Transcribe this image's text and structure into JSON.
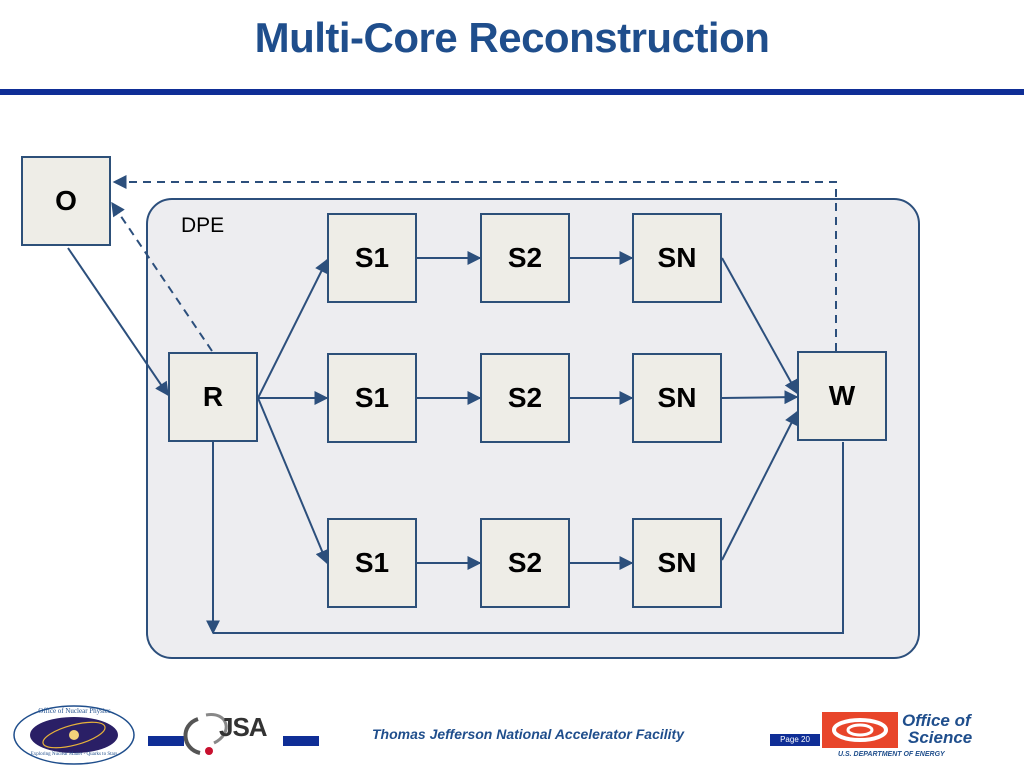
{
  "slide": {
    "title": "Multi-Core Reconstruction",
    "dpe_label": "DPE"
  },
  "diagram": {
    "nodes": {
      "o": "O",
      "r": "R",
      "w": "W",
      "row1": [
        "S1",
        "S2",
        "SN"
      ],
      "row2": [
        "S1",
        "S2",
        "SN"
      ],
      "row3": [
        "S1",
        "S2",
        "SN"
      ]
    }
  },
  "footer": {
    "facility": "Thomas Jefferson National Accelerator Facility",
    "page": "Page 20",
    "left_logo_ring_top": "Office of Nuclear Physics",
    "left_logo_ring_bottom": "Exploring Nuclear Matter - Quarks to Stars",
    "jsa_logo": "JSA",
    "doe_line1": "Office of",
    "doe_line2": "Science",
    "doe_line3": "U.S. DEPARTMENT OF ENERGY"
  },
  "colors": {
    "title": "#1f4e8c",
    "rule": "#0f2e96",
    "node_fill": "#eeede7",
    "node_border": "#2d5079",
    "dpe_fill": "#ededf0",
    "connector": "#2c4f7c"
  }
}
